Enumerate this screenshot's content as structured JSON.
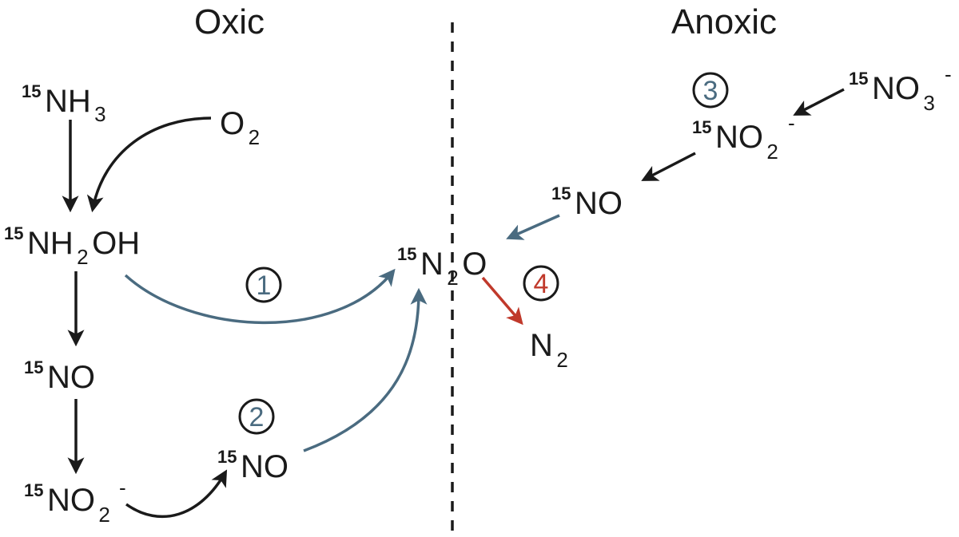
{
  "headers": {
    "oxic": "Oxic",
    "anoxic": "Anoxic"
  },
  "species": {
    "nh3": {
      "iso": "15",
      "main": "NH",
      "sub": "3",
      "sup": ""
    },
    "o2": {
      "iso": "",
      "main": "O",
      "sub": "2",
      "sup": ""
    },
    "nh2oh": {
      "iso": "15",
      "main": "NH",
      "sub": "2",
      "tail": "OH"
    },
    "no_oxic": {
      "iso": "15",
      "main": "NO",
      "sub": "",
      "sup": ""
    },
    "no2_oxic": {
      "iso": "15",
      "main": "NO",
      "sub": "2",
      "sup": "-"
    },
    "no_mid": {
      "iso": "15",
      "main": "NO",
      "sub": "",
      "sup": ""
    },
    "n2o": {
      "iso": "15",
      "main": "N",
      "sub": "2",
      "tail": "O"
    },
    "n2": {
      "iso": "",
      "main": "N",
      "sub": "2",
      "sup": ""
    },
    "no_anoxic": {
      "iso": "15",
      "main": "NO",
      "sub": "",
      "sup": ""
    },
    "no2_anoxic": {
      "iso": "15",
      "main": "NO",
      "sub": "2",
      "sup": "-"
    },
    "no3": {
      "iso": "15",
      "main": "NO",
      "sub": "3",
      "sup": "-"
    }
  },
  "pathways": [
    {
      "id": "p1",
      "label": "1",
      "color": "#4a6b80"
    },
    {
      "id": "p2",
      "label": "2",
      "color": "#4a6b80"
    },
    {
      "id": "p3",
      "label": "3",
      "color": "#4a6b80"
    },
    {
      "id": "p4",
      "label": "4",
      "color": "#c0392b"
    }
  ],
  "colors": {
    "ink": "#1a1a1a",
    "blue_pathway": "#4a6b80",
    "red_pathway": "#c0392b",
    "divider": "#1a1a1a"
  }
}
